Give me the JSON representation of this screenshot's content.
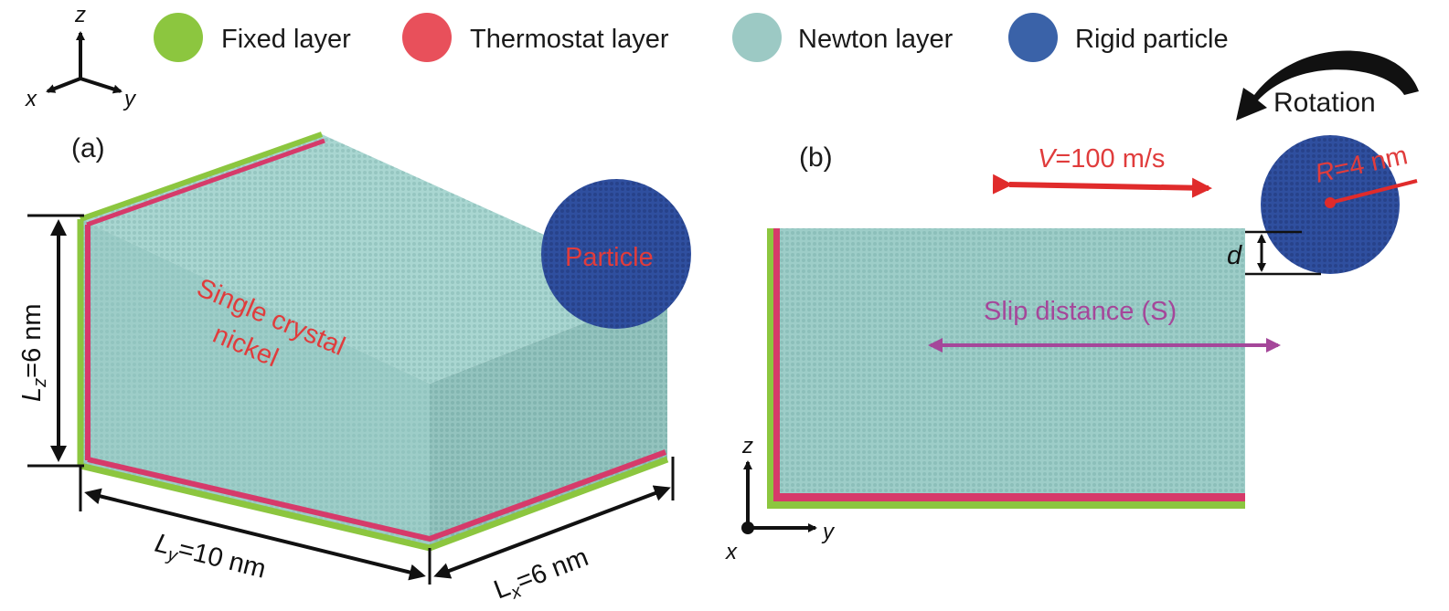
{
  "legend": {
    "items": [
      {
        "label": "Fixed layer",
        "color": "#8cc63f"
      },
      {
        "label": "Thermostat layer",
        "color": "#e8505b"
      },
      {
        "label": "Newton layer",
        "color": "#9cc9c4"
      },
      {
        "label": "Rigid particle",
        "color": "#3a62a8"
      }
    ]
  },
  "axes_a": {
    "z": "z",
    "x": "x",
    "y": "y"
  },
  "axes_b": {
    "z": "z",
    "x": "x",
    "y": "y"
  },
  "panel_a": {
    "label": "(a)",
    "crystal_label_line1": "Single crystal",
    "crystal_label_line2": "nickel",
    "particle_label": "Particle",
    "lz": {
      "symbol": "L",
      "sub": "z",
      "value": "=6 nm"
    },
    "ly": {
      "symbol": "L",
      "sub": "y",
      "value": "=10 nm"
    },
    "lx": {
      "symbol": "L",
      "sub": "x",
      "value": "=6 nm"
    }
  },
  "panel_b": {
    "label": "(b)",
    "velocity": {
      "symbol": "V",
      "value": "=100 m/s"
    },
    "rotation": "Rotation",
    "radius": {
      "symbol": "R",
      "value": "=4 nm"
    },
    "depth": "d",
    "slip": "Slip distance (S)"
  },
  "colors": {
    "fixed": "#8cc63f",
    "thermostat": "#d63a6a",
    "newton": "#9dcdc8",
    "newton_top": "#a9d6d1",
    "newton_right": "#93c3be",
    "particle": "#2f4f9f",
    "red_arrow": "#e02b2b",
    "purple": "#a5479a"
  }
}
